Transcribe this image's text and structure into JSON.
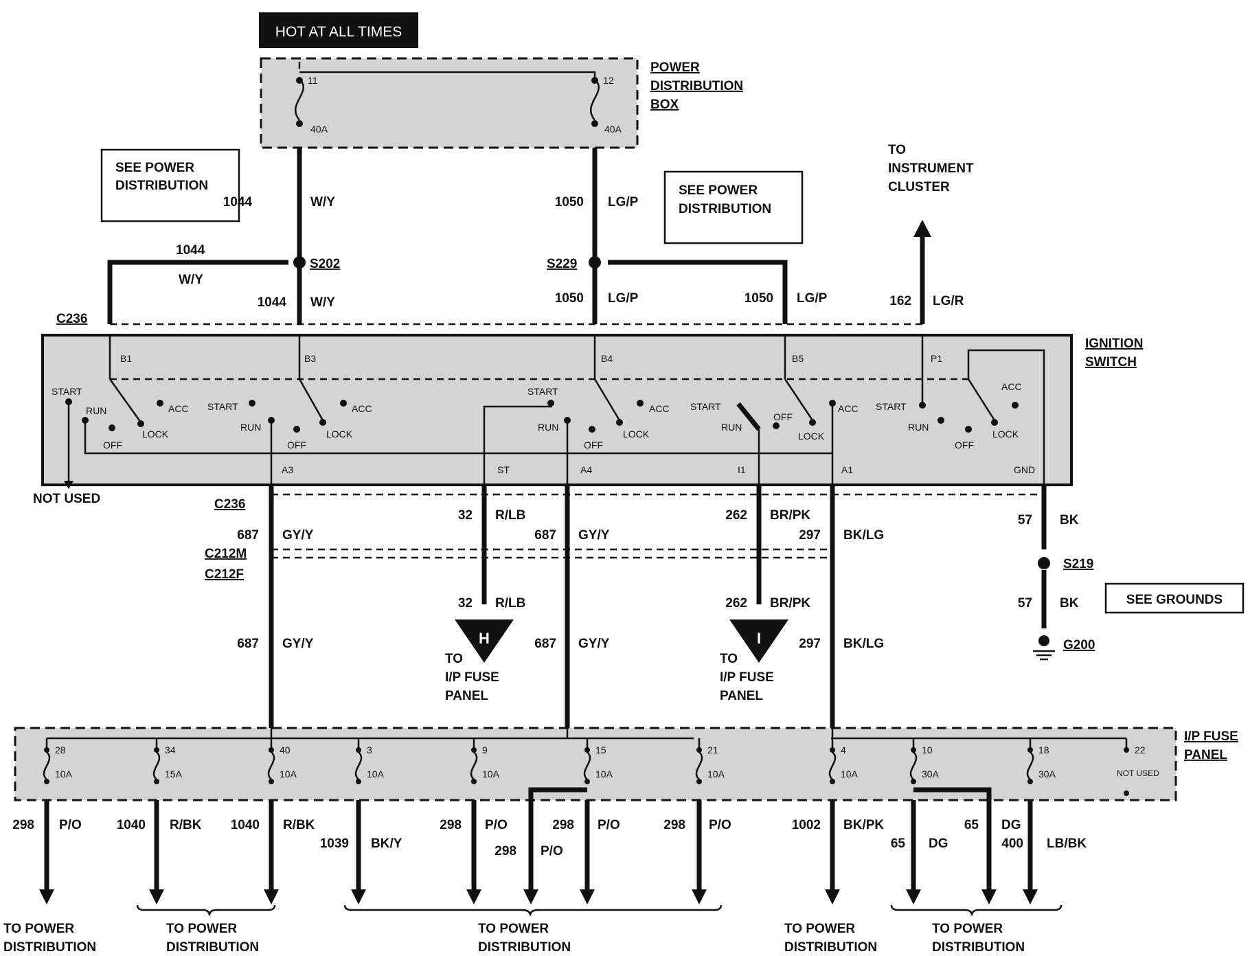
{
  "header": {
    "hot_label": "HOT AT ALL TIMES"
  },
  "pdb": {
    "title": [
      "POWER",
      "DISTRIBUTION",
      "BOX"
    ],
    "fuses": [
      {
        "num": "11",
        "amp": "40A"
      },
      {
        "num": "12",
        "amp": "40A"
      }
    ]
  },
  "see_power_1": [
    "SEE POWER",
    "DISTRIBUTION"
  ],
  "see_power_2": [
    "SEE POWER",
    "DISTRIBUTION"
  ],
  "instrument": [
    "TO",
    "INSTRUMENT",
    "CLUSTER"
  ],
  "wires_top": [
    {
      "circuit": "1044",
      "color": "W/Y"
    },
    {
      "circuit": "1050",
      "color": "LG/P"
    },
    {
      "circuit": "1044",
      "color": "W/Y"
    },
    {
      "circuit": "1044",
      "color": "W/Y"
    },
    {
      "circuit": "1050",
      "color": "LG/P"
    },
    {
      "circuit": "1050",
      "color": "LG/P"
    },
    {
      "circuit": "162",
      "color": "LG/R"
    }
  ],
  "splices": {
    "s202": "S202",
    "s229": "S229",
    "s219": "S219",
    "g200": "G200"
  },
  "connectors": {
    "c236": "C236",
    "c212m": "C212M",
    "c212f": "C212F"
  },
  "ignition": {
    "title": [
      "IGNITION",
      "SWITCH"
    ],
    "pins_top": [
      "B1",
      "B3",
      "B4",
      "B5",
      "P1"
    ],
    "pins_bottom": [
      "A3",
      "ST",
      "A4",
      "I1",
      "A1",
      "GND"
    ],
    "positions": {
      "start": "START",
      "run": "RUN",
      "off": "OFF",
      "lock": "LOCK",
      "acc": "ACC"
    }
  },
  "not_used": "NOT USED",
  "wires_mid": [
    {
      "circuit": "687",
      "color": "GY/Y"
    },
    {
      "circuit": "32",
      "color": "R/LB"
    },
    {
      "circuit": "687",
      "color": "GY/Y"
    },
    {
      "circuit": "262",
      "color": "BR/PK"
    },
    {
      "circuit": "297",
      "color": "BK/LG"
    },
    {
      "circuit": "57",
      "color": "BK"
    },
    {
      "circuit": "32",
      "color": "R/LB"
    },
    {
      "circuit": "262",
      "color": "BR/PK"
    },
    {
      "circuit": "57",
      "color": "BK"
    },
    {
      "circuit": "687",
      "color": "GY/Y"
    },
    {
      "circuit": "687",
      "color": "GY/Y"
    },
    {
      "circuit": "297",
      "color": "BK/LG"
    }
  ],
  "see_grounds": "SEE GROUNDS",
  "fuse_ref": {
    "h": "H",
    "i": "I",
    "text": [
      "TO",
      "I/P FUSE",
      "PANEL"
    ]
  },
  "ip_panel": {
    "title": [
      "I/P FUSE",
      "PANEL"
    ],
    "fuses": [
      {
        "num": "28",
        "amp": "10A"
      },
      {
        "num": "34",
        "amp": "15A"
      },
      {
        "num": "40",
        "amp": "10A"
      },
      {
        "num": "3",
        "amp": "10A"
      },
      {
        "num": "9",
        "amp": "10A"
      },
      {
        "num": "15",
        "amp": "10A"
      },
      {
        "num": "21",
        "amp": "10A"
      },
      {
        "num": "4",
        "amp": "10A"
      },
      {
        "num": "10",
        "amp": "30A"
      },
      {
        "num": "18",
        "amp": "30A"
      },
      {
        "num": "22",
        "amp": "NOT USED"
      }
    ]
  },
  "wires_bottom": [
    {
      "circuit": "298",
      "color": "P/O"
    },
    {
      "circuit": "1040",
      "color": "R/BK"
    },
    {
      "circuit": "1040",
      "color": "R/BK"
    },
    {
      "circuit": "1039",
      "color": "BK/Y"
    },
    {
      "circuit": "298",
      "color": "P/O"
    },
    {
      "circuit": "298",
      "color": "P/O"
    },
    {
      "circuit": "298",
      "color": "P/O"
    },
    {
      "circuit": "298",
      "color": "P/O"
    },
    {
      "circuit": "1002",
      "color": "BK/PK"
    },
    {
      "circuit": "65",
      "color": "DG"
    },
    {
      "circuit": "65",
      "color": "DG"
    },
    {
      "circuit": "400",
      "color": "LB/BK"
    }
  ],
  "to_power": [
    "TO POWER",
    "DISTRIBUTION"
  ]
}
